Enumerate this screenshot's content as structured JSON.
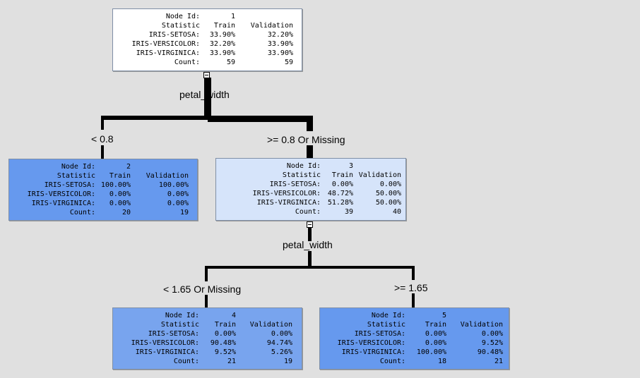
{
  "split_labels": {
    "root_split": "petal_width",
    "node3_split": "petal_width"
  },
  "branch_labels": {
    "lt_08": "< 0.8",
    "ge_08": ">= 0.8 Or Missing",
    "lt_165": "< 1.65 Or Missing",
    "ge_165": ">= 1.65"
  },
  "nodes": [
    {
      "id": "1",
      "header": [
        "Node Id:",
        "1",
        ""
      ],
      "stat_header": [
        "Statistic",
        "Train",
        "Validation"
      ],
      "rows": [
        [
          "IRIS-SETOSA:",
          "33.90%",
          "32.20%"
        ],
        [
          "IRIS-VERSICOLOR:",
          "32.20%",
          "33.90%"
        ],
        [
          "IRIS-VIRGINICA:",
          "33.90%",
          "33.90%"
        ],
        [
          "Count:",
          "59",
          "59"
        ]
      ],
      "color": "#ffffff"
    },
    {
      "id": "2",
      "header": [
        "Node Id:",
        "2",
        ""
      ],
      "stat_header": [
        "Statistic",
        "Train",
        "Validation"
      ],
      "rows": [
        [
          "IRIS-SETOSA:",
          "100.00%",
          "100.00%"
        ],
        [
          "IRIS-VERSICOLOR:",
          "0.00%",
          "0.00%"
        ],
        [
          "IRIS-VIRGINICA:",
          "0.00%",
          "0.00%"
        ],
        [
          "Count:",
          "20",
          "19"
        ]
      ],
      "color": "#6699ee"
    },
    {
      "id": "3",
      "header": [
        "Node Id:",
        "3",
        ""
      ],
      "stat_header": [
        "Statistic",
        "Train",
        "Validation"
      ],
      "rows": [
        [
          "IRIS-SETOSA:",
          "0.00%",
          "0.00%"
        ],
        [
          "IRIS-VERSICOLOR:",
          "48.72%",
          "50.00%"
        ],
        [
          "IRIS-VIRGINICA:",
          "51.28%",
          "50.00%"
        ],
        [
          "Count:",
          "39",
          "40"
        ]
      ],
      "color": "#d6e4fa"
    },
    {
      "id": "4",
      "header": [
        "Node Id:",
        "4",
        ""
      ],
      "stat_header": [
        "Statistic",
        "Train",
        "Validation"
      ],
      "rows": [
        [
          "IRIS-SETOSA:",
          "0.00%",
          "0.00%"
        ],
        [
          "IRIS-VERSICOLOR:",
          "90.48%",
          "94.74%"
        ],
        [
          "IRIS-VIRGINICA:",
          "9.52%",
          "5.26%"
        ],
        [
          "Count:",
          "21",
          "19"
        ]
      ],
      "color": "#78a4ee"
    },
    {
      "id": "5",
      "header": [
        "Node Id:",
        "5",
        ""
      ],
      "stat_header": [
        "Statistic",
        "Train",
        "Validation"
      ],
      "rows": [
        [
          "IRIS-SETOSA:",
          "0.00%",
          "0.00%"
        ],
        [
          "IRIS-VERSICOLOR:",
          "0.00%",
          "9.52%"
        ],
        [
          "IRIS-VIRGINICA:",
          "100.00%",
          "90.48%"
        ],
        [
          "Count:",
          "18",
          "21"
        ]
      ],
      "color": "#6699ee"
    }
  ]
}
